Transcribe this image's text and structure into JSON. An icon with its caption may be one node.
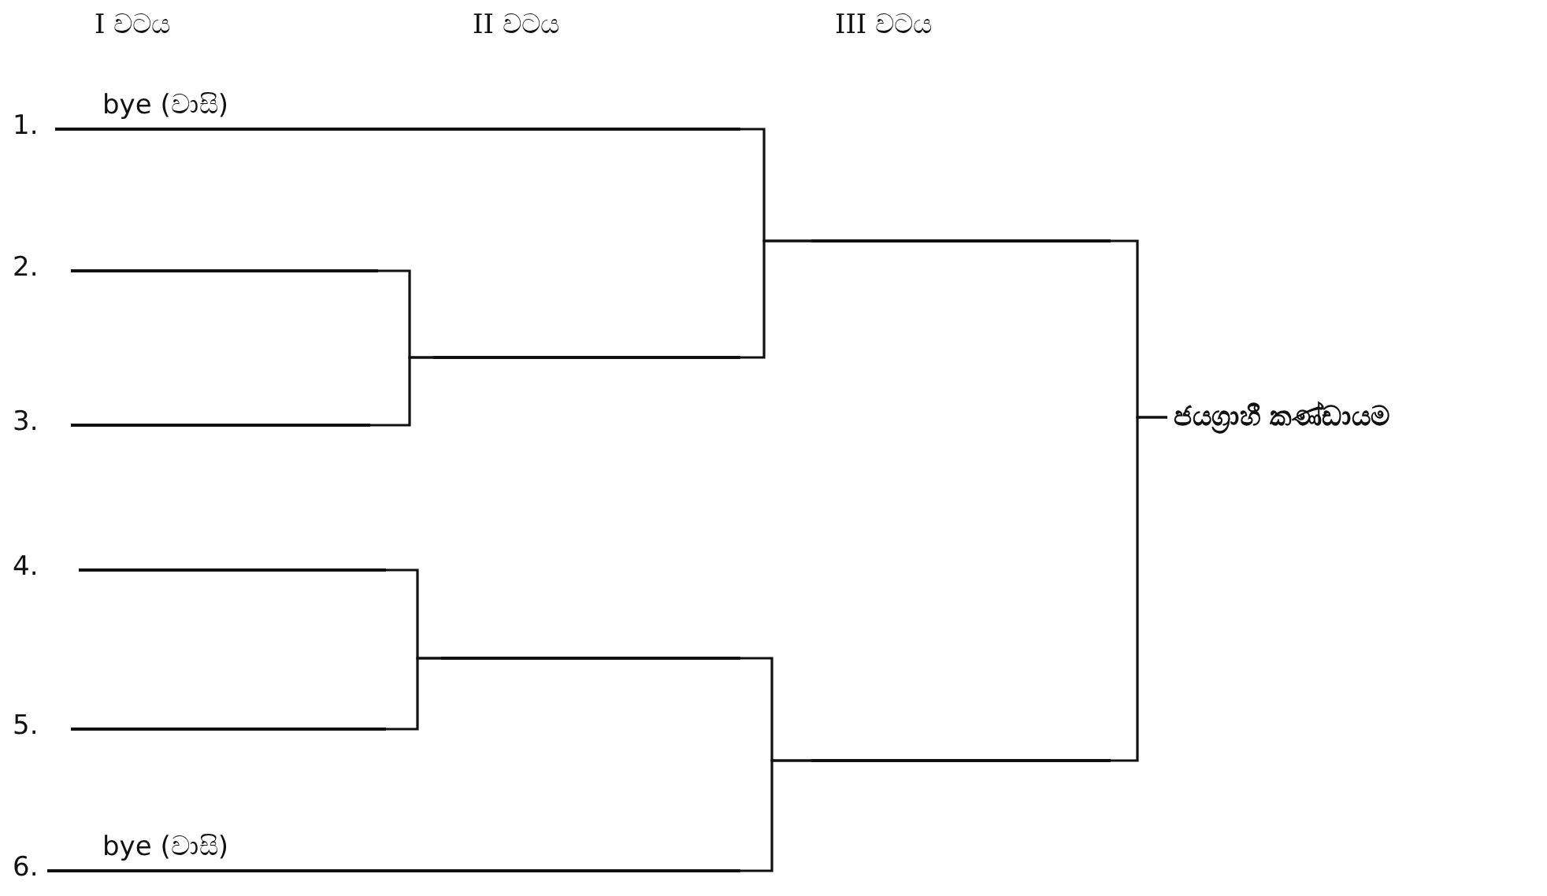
{
  "diagram": {
    "nodes": [
      {
        "text": [
          "1.",
          "bye (වාසි)"
        ]
      },
      {
        "text": [
          "2."
        ]
      },
      {
        "text": [
          "3."
        ]
      },
      {
        "text": [
          "4."
        ]
      },
      {
        "text": [
          "5."
        ]
      },
      {
        "text": [
          "6.",
          "bye (වාසි)"
        ]
      },
      {
        "text": [],
        "shape": "line"
      },
      {
        "text": [],
        "shape": "line"
      },
      {
        "text": [],
        "shape": "line"
      },
      {
        "text": [],
        "shape": "line"
      },
      {
        "text": [
          "ජයග්‍රාහී කණ්ඩායම"
        ]
      }
    ],
    "edges": [
      {
        "from": 1,
        "to": 6,
        "arrow": "none"
      },
      {
        "from": 2,
        "to": 6,
        "arrow": "none"
      },
      {
        "from": 3,
        "to": 7,
        "arrow": "none"
      },
      {
        "from": 4,
        "to": 7,
        "arrow": "none"
      },
      {
        "from": 0,
        "to": 8,
        "arrow": "none"
      },
      {
        "from": 6,
        "to": 8,
        "arrow": "none"
      },
      {
        "from": 7,
        "to": 9,
        "arrow": "none"
      },
      {
        "from": 5,
        "to": 9,
        "arrow": "none"
      },
      {
        "from": 8,
        "to": 10,
        "arrow": "none"
      },
      {
        "from": 9,
        "to": 10,
        "arrow": "none"
      }
    ],
    "labels": [
      "I වටය",
      "II වටය",
      "III වටය"
    ]
  }
}
